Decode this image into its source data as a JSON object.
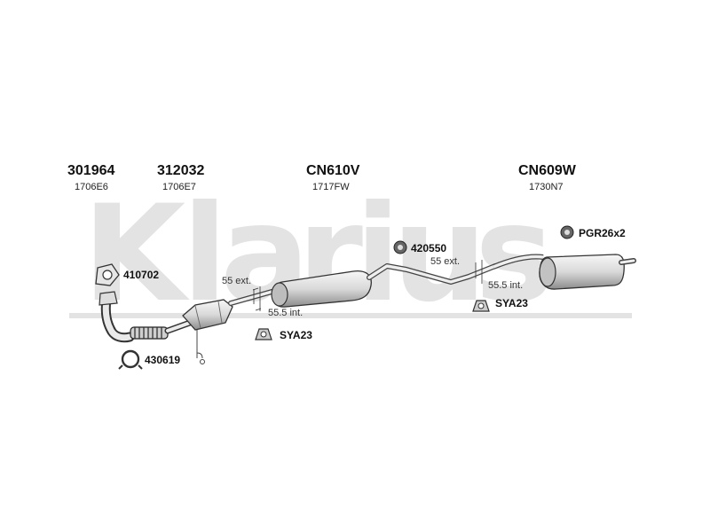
{
  "watermark": {
    "letters": [
      "K",
      "l",
      "a",
      "r",
      "i",
      "u",
      "s"
    ],
    "color": "#e3e3e3"
  },
  "parts": [
    {
      "code": "301964",
      "ref": "1706E6"
    },
    {
      "code": "312032",
      "ref": "1706E7"
    },
    {
      "code": "CN610V",
      "ref": "1717FW"
    },
    {
      "code": "CN609W",
      "ref": "1730N7"
    }
  ],
  "fittings": {
    "gasket_top": "410702",
    "clamp_bottom": "430619",
    "bracket_mid": "420550",
    "rubber_mount": "PGR26x2",
    "hanger_left": "SYA23",
    "hanger_right": "SYA23"
  },
  "annotations": {
    "ext_left": "55 ext.",
    "int_left": "55.5 int.",
    "ext_right": "55 ext.",
    "int_right": "55.5 int."
  }
}
